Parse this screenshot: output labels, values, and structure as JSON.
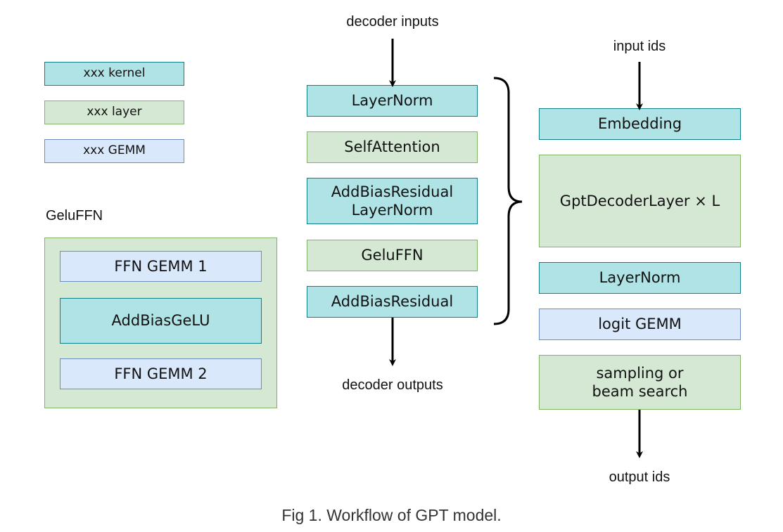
{
  "legend": {
    "kernel": "xxx kernel",
    "layer": "xxx layer",
    "gemm": "xxx GEMM"
  },
  "gelu_ffn": {
    "title": "GeluFFN",
    "items": [
      "FFN GEMM 1",
      "AddBiasGeLU",
      "FFN GEMM 2"
    ]
  },
  "decoder": {
    "input_label": "decoder inputs",
    "output_label": "decoder outputs",
    "blocks": [
      "LayerNorm",
      "SelfAttention",
      "AddBiasResidual LayerNorm",
      "GeluFFN",
      "AddBiasResidual"
    ]
  },
  "gpt": {
    "input_label": "input ids",
    "output_label": "output ids",
    "blocks": [
      "Embedding",
      "GptDecoderLayer × L",
      "LayerNorm",
      "logit GEMM",
      "sampling or beam search"
    ]
  },
  "caption": "Fig 1. Workflow of GPT model.",
  "colors": {
    "kernel_fill": "#b0e3e6",
    "kernel_border": "#0e8088",
    "layer_fill": "#d5e8d4",
    "layer_border": "#82b366",
    "gemm_fill": "#dae8fc",
    "gemm_border": "#6c8ebf"
  }
}
